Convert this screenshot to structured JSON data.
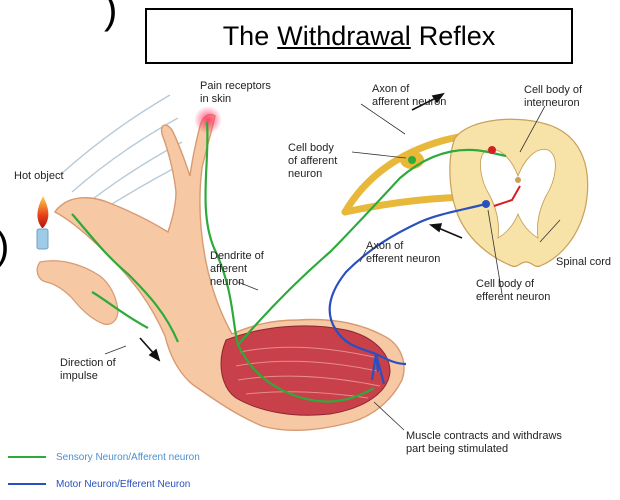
{
  "fragments": {
    "top": ")",
    "mid": ")"
  },
  "title": {
    "before": "The",
    "underlined": "Withdrawal",
    "after": "Reflex"
  },
  "labels": {
    "pain_receptors": [
      "Pain receptors",
      "in skin"
    ],
    "hot_object": [
      "Hot object"
    ],
    "axon_afferent": [
      "Axon of",
      "afferent neuron"
    ],
    "cell_body_interneuron": [
      "Cell body of",
      "interneuron"
    ],
    "cell_body_afferent": [
      "Cell body",
      "of afferent",
      "neuron"
    ],
    "dendrite_afferent": [
      "Dendrite of",
      "afferent",
      "neuron"
    ],
    "axon_efferent": [
      "Axon of",
      "efferent neuron"
    ],
    "spinal_cord": [
      "Spinal cord"
    ],
    "cell_body_efferent": [
      "Cell body of",
      "efferent neuron"
    ],
    "direction_impulse": [
      "Direction of",
      "impulse"
    ],
    "muscle_contracts": [
      "Muscle contracts and withdraws",
      "part being stimulated"
    ]
  },
  "legend": [
    {
      "label": "Sensory Neuron/Afferent neuron",
      "color": "#2eaa3a"
    },
    {
      "label": "Motor Neuron/Efferent Neuron",
      "color": "#2a4fbf"
    }
  ],
  "colors": {
    "skin": "#f6c9a4",
    "skin_edge": "#d89a72",
    "muscle": "#c8404a",
    "sensory": "#2eaa3a",
    "motor": "#2a4fbf",
    "nerve": "#e8b83a",
    "cord": "#f7e3a8"
  }
}
